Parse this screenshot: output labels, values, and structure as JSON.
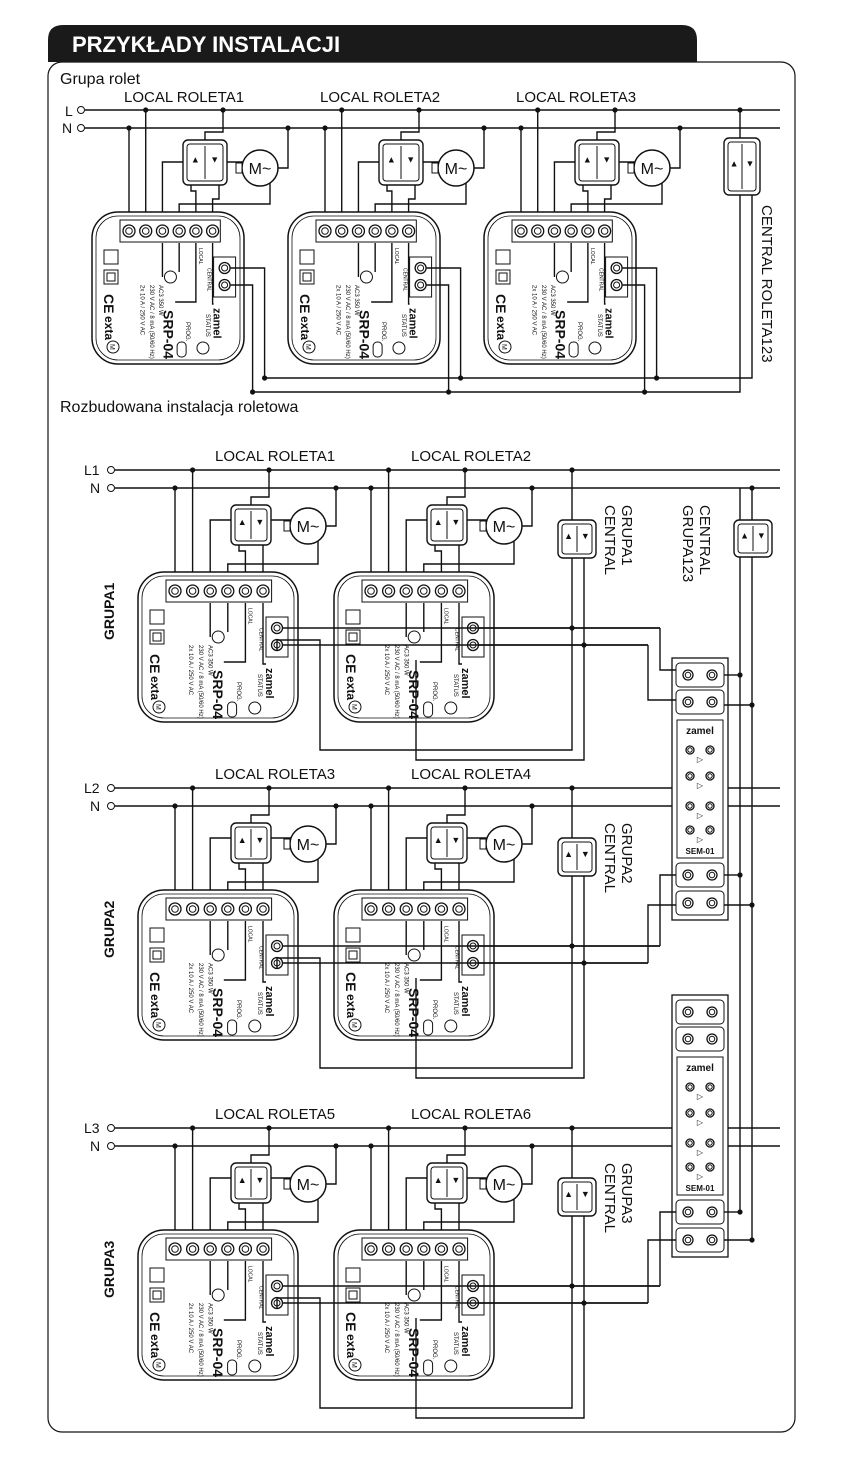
{
  "header": {
    "title": "PRZYKŁADY INSTALACJI"
  },
  "section1": {
    "title": "Grupa rolet",
    "line_L": "L",
    "line_N": "N",
    "locals": [
      "LOCAL ROLETA1",
      "LOCAL ROLETA2",
      "LOCAL ROLETA3"
    ],
    "central": "CENTRAL ROLETA123"
  },
  "section2": {
    "title": "Rozbudowana instalacja roletowa",
    "groups": [
      {
        "name": "GRUPA1",
        "line_L": "L1",
        "line_N": "N",
        "locals": [
          "LOCAL ROLETA1",
          "LOCAL ROLETA2"
        ],
        "central": [
          "CENTRAL",
          "GRUPA1"
        ]
      },
      {
        "name": "GRUPA2",
        "line_L": "L2",
        "line_N": "N",
        "locals": [
          "LOCAL ROLETA3",
          "LOCAL ROLETA4"
        ],
        "central": [
          "CENTRAL",
          "GRUPA2"
        ]
      },
      {
        "name": "GRUPA3",
        "line_L": "L3",
        "line_N": "N",
        "locals": [
          "LOCAL ROLETA5",
          "LOCAL ROLETA6"
        ],
        "central": [
          "CENTRAL",
          "GRUPA3"
        ]
      }
    ],
    "central_main": [
      "CENTRAL",
      "GRUPA123"
    ]
  },
  "device": {
    "model": "SRP-04",
    "brand": "zamel",
    "brand2": "exta",
    "spec1": "230 V AC / 8 mA (50/60 Hz)",
    "spec2": "2x 10 A / 250 V AC",
    "spec3": "AC3 350 W",
    "prog": "PROG.",
    "status": "STATUS",
    "local": "LOCAL",
    "central": "CENTRAL",
    "ce": "CE",
    "m": "M"
  },
  "sem": {
    "model": "SEM-01",
    "brand": "zamel"
  },
  "motor_symbol": "M~",
  "switch_arrows": [
    "▲",
    "▼"
  ],
  "colors": {
    "line": "#111111",
    "header_bg": "#1a1a1a",
    "header_text": "#ffffff"
  }
}
